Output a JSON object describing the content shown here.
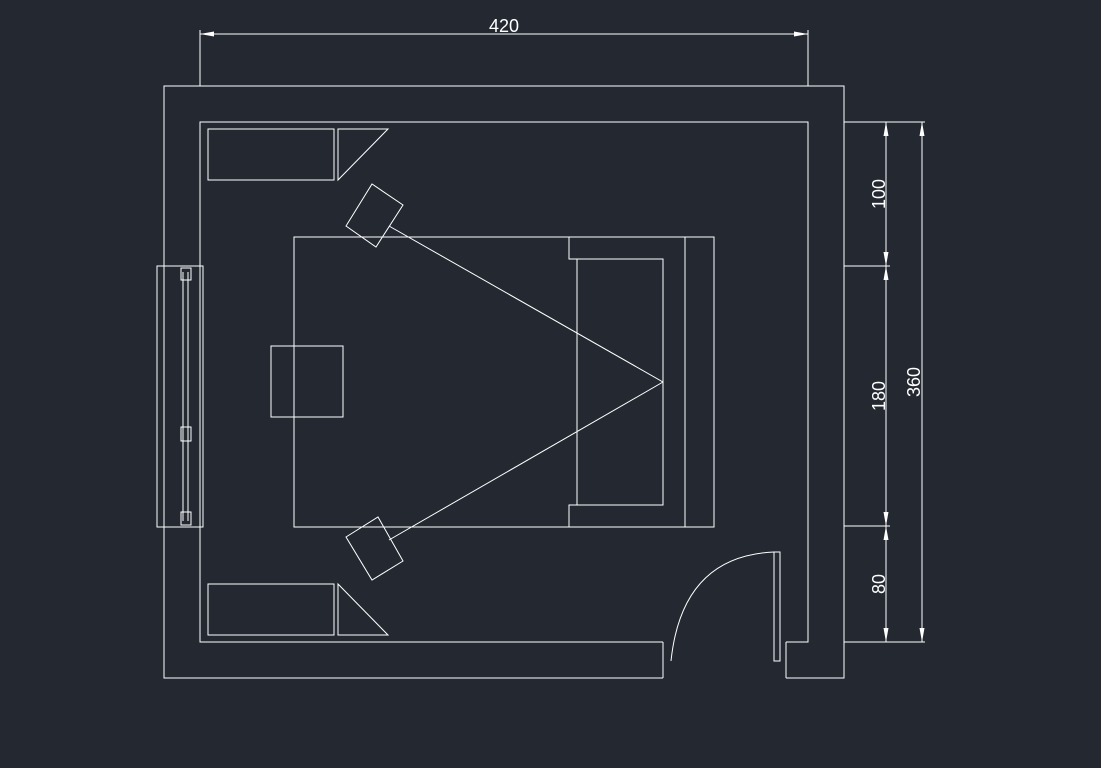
{
  "drawing": {
    "background_color": "#232831",
    "line_color": "#ffffff",
    "dimensions": {
      "total_width": "420",
      "right_segment_1": "100",
      "right_segment_2": "180",
      "right_segment_3": "80",
      "total_height": "360"
    }
  }
}
